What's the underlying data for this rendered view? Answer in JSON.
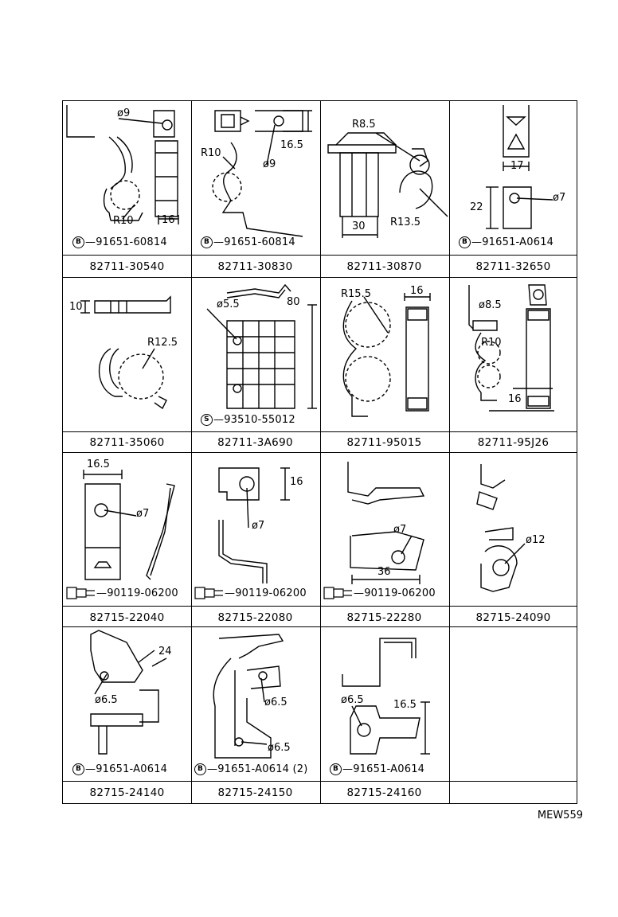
{
  "rows": [
    {
      "cells": [
        {
          "part": "82711-30540",
          "fastener": "91651-60814",
          "fastener_symbol": "B",
          "dims": [
            "ø9",
            "R10",
            "16"
          ]
        },
        {
          "part": "82711-30830",
          "fastener": "91651-60814",
          "fastener_symbol": "B",
          "dims": [
            "R10",
            "16.5",
            "ø9"
          ]
        },
        {
          "part": "82711-30870",
          "fastener": "",
          "fastener_symbol": "",
          "dims": [
            "R8.5",
            "30",
            "R13.5"
          ]
        },
        {
          "part": "82711-32650",
          "fastener": "91651-A0614",
          "fastener_symbol": "B",
          "dims": [
            "17",
            "22",
            "ø7"
          ]
        }
      ]
    },
    {
      "cells": [
        {
          "part": "82711-35060",
          "fastener": "",
          "fastener_symbol": "",
          "dims": [
            "10",
            "R12.5"
          ]
        },
        {
          "part": "82711-3A690",
          "fastener": "93510-55012",
          "fastener_symbol": "S",
          "dims": [
            "ø5.5",
            "80"
          ]
        },
        {
          "part": "82711-95015",
          "fastener": "",
          "fastener_symbol": "",
          "dims": [
            "R15.5",
            "16"
          ]
        },
        {
          "part": "82711-95J26",
          "fastener": "",
          "fastener_symbol": "",
          "dims": [
            "ø8.5",
            "R10",
            "16"
          ]
        }
      ]
    },
    {
      "cells": [
        {
          "part": "82715-22040",
          "fastener": "90119-06200",
          "fastener_symbol": "",
          "dims": [
            "16.5",
            "ø7"
          ]
        },
        {
          "part": "82715-22080",
          "fastener": "90119-06200",
          "fastener_symbol": "",
          "dims": [
            "16",
            "ø7"
          ]
        },
        {
          "part": "82715-22280",
          "fastener": "90119-06200",
          "fastener_symbol": "",
          "dims": [
            "ø7",
            "36"
          ]
        },
        {
          "part": "82715-24090",
          "fastener": "",
          "fastener_symbol": "",
          "dims": [
            "ø12"
          ]
        }
      ]
    },
    {
      "cells": [
        {
          "part": "82715-24140",
          "fastener": "91651-A0614",
          "fastener_symbol": "B",
          "dims": [
            "24",
            "ø6.5"
          ]
        },
        {
          "part": "82715-24150",
          "fastener": "91651-A0614 (2)",
          "fastener_symbol": "B",
          "dims": [
            "ø6.5",
            "ø6.5"
          ]
        },
        {
          "part": "82715-24160",
          "fastener": "91651-A0614",
          "fastener_symbol": "B",
          "dims": [
            "ø6.5",
            "16.5"
          ]
        },
        {
          "part": "",
          "fastener": "",
          "fastener_symbol": "",
          "dims": []
        }
      ]
    }
  ],
  "footer_code": "MEW559",
  "icons": [
    "bolt-symbol-b",
    "screw-symbol-s",
    "flange-bolt-icon"
  ]
}
